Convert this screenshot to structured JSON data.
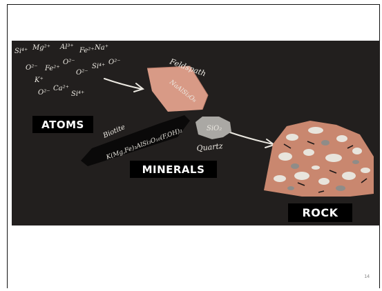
{
  "atoms": {
    "label": "ATOMS",
    "symbols": {
      "si1": "Si⁴⁺",
      "mg": "Mg²⁺",
      "al": "Al³⁺",
      "fe2a": "Fe²⁺",
      "na": "Na⁺",
      "o1": "O²⁻",
      "fe2b": "Fe²⁺",
      "o2": "O²⁻",
      "o3": "O²⁻",
      "si2": "Si⁴⁺",
      "o4": "O²⁻",
      "k": "K⁺",
      "o5": "O²⁻",
      "ca": "Ca²⁺",
      "si3": "Si⁴⁺"
    }
  },
  "minerals": {
    "label": "MINERALS",
    "feldspath": {
      "name": "Feldspath",
      "formula": "NaAlSi₃O₈"
    },
    "biotite": {
      "name": "Biotite",
      "formula": "K(Mg,Fe)₃AlSi₃O₁₀(F,OH)₂"
    },
    "quartz": {
      "name": "Quartz",
      "formula": "SiO₂"
    }
  },
  "rock": {
    "label": "ROCK"
  },
  "page_number": "14",
  "colors": {
    "background": "#221f1e",
    "chalk": "#ece9e2",
    "feldspar": "#d89a86",
    "quartz": "#aaa8a4",
    "rock": "#c9876f"
  }
}
